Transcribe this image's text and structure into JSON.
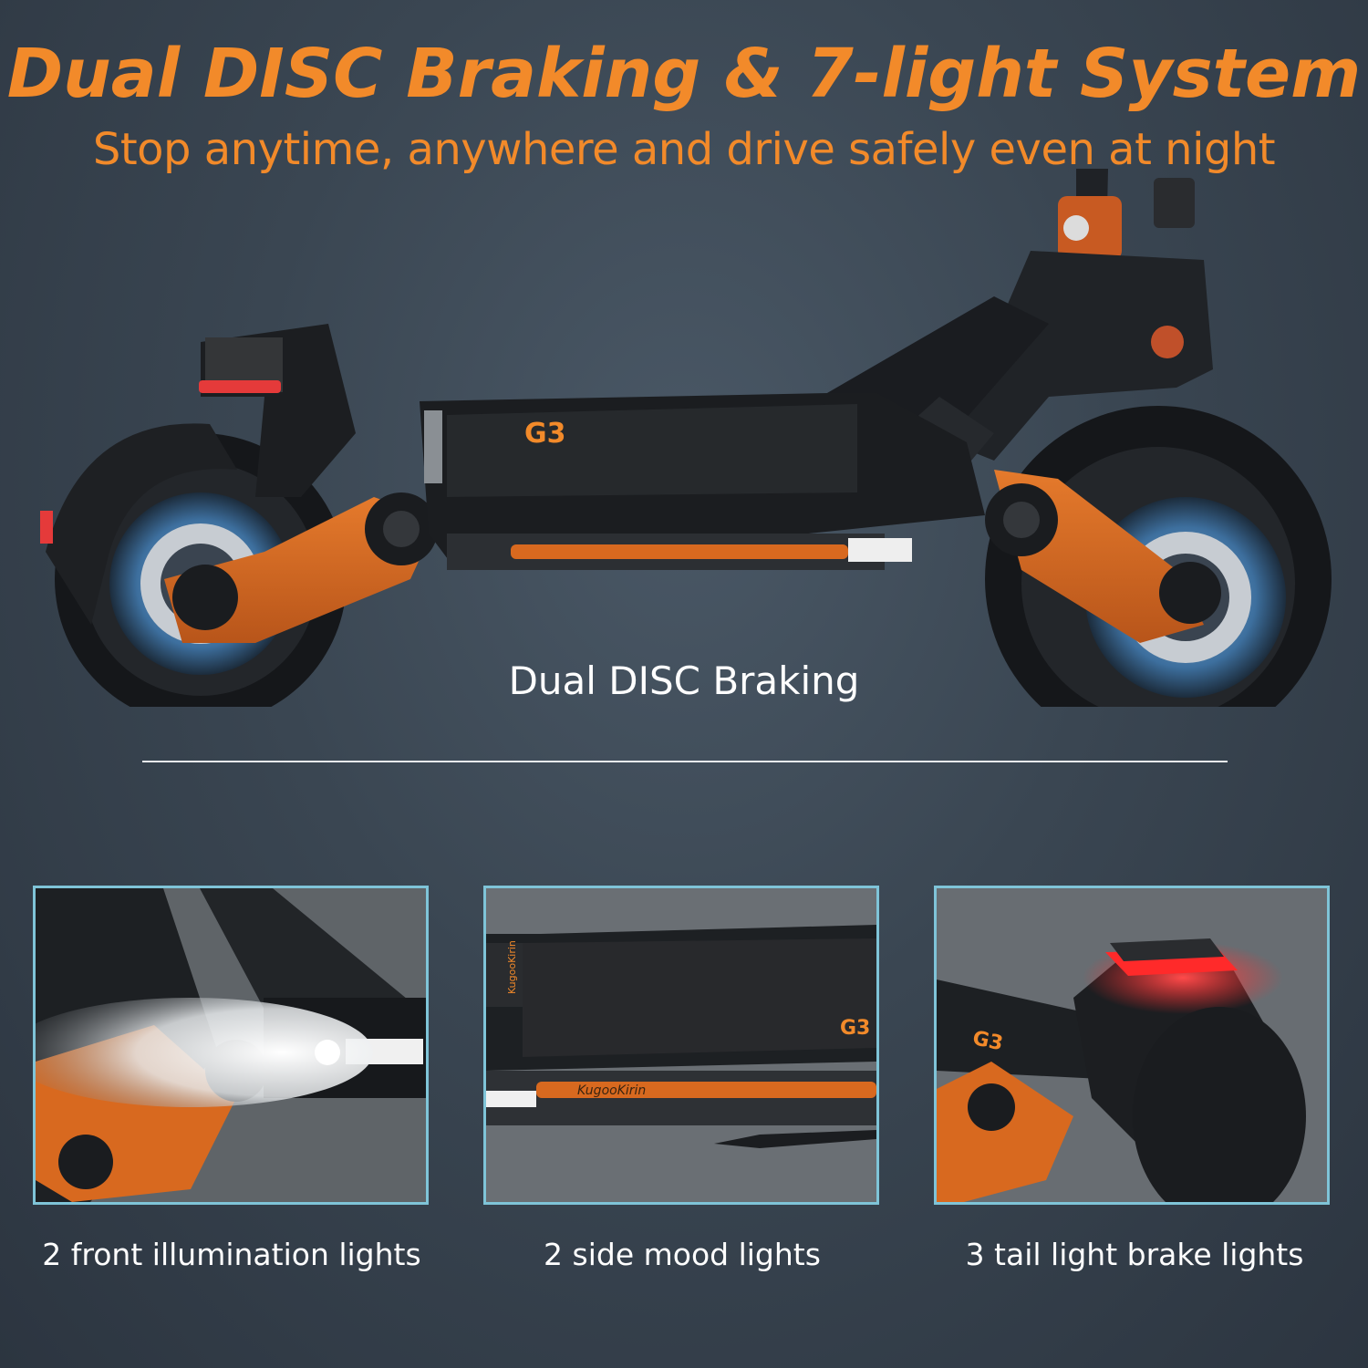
{
  "headline": "Dual DISC Braking & 7-light System",
  "subheadline": "Stop anytime, anywhere and drive safely even at night",
  "hero": {
    "caption": "Dual DISC Braking",
    "deck_badge": "G3"
  },
  "panels": [
    {
      "caption": "2 front illumination lights"
    },
    {
      "caption": "2 side mood lights",
      "deck_badge": "G3",
      "brand_text": "KugooKirin"
    },
    {
      "caption": "3 tail light brake lights",
      "deck_badge": "G3"
    }
  ],
  "colors": {
    "accent": "#f28a2a",
    "frame_orange": "#d8691f",
    "panel_border": "#7fc4d8",
    "tail_red": "#ff2a2a"
  }
}
